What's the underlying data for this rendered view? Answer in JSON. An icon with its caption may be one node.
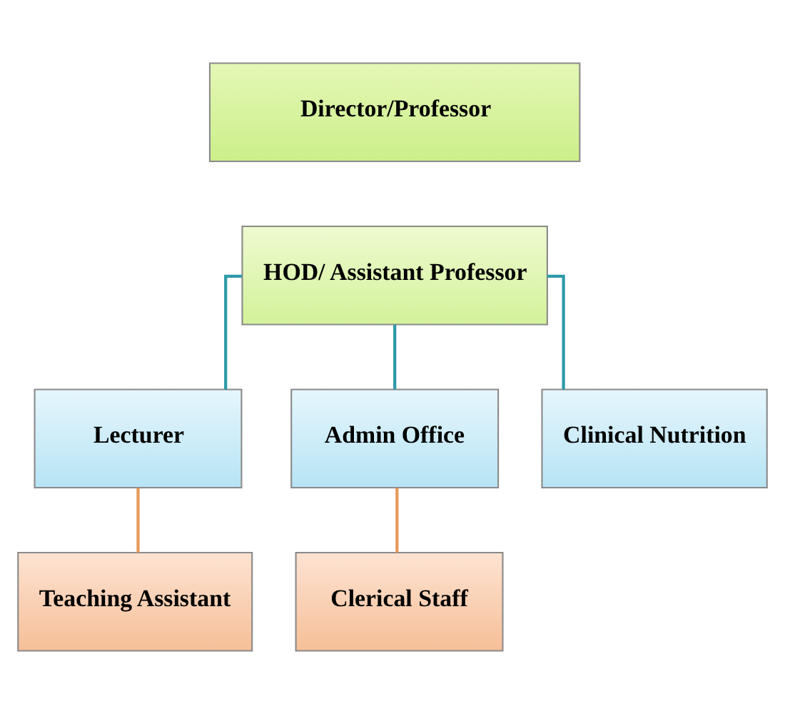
{
  "diagram": {
    "nodes": [
      {
        "text": [
          "Director/Professor"
        ]
      },
      {
        "text": [
          "HOD/ Assistant Professor"
        ]
      },
      {
        "text": [
          "Lecturer"
        ]
      },
      {
        "text": [
          "Admin Office"
        ]
      },
      {
        "text": [
          "Clinical Nutrition"
        ]
      },
      {
        "text": [
          "Teaching Assistant"
        ]
      },
      {
        "text": [
          "Clerical Staff"
        ]
      }
    ],
    "edges": [
      {
        "from": 1,
        "to": 2,
        "arrow": "none"
      },
      {
        "from": 1,
        "to": 3,
        "arrow": "none"
      },
      {
        "from": 1,
        "to": 4,
        "arrow": "none"
      },
      {
        "from": 2,
        "to": 5,
        "arrow": "none",
        "color": "#e59a5a"
      },
      {
        "from": 3,
        "to": 6,
        "arrow": "none",
        "color": "#e59a5a"
      }
    ]
  }
}
